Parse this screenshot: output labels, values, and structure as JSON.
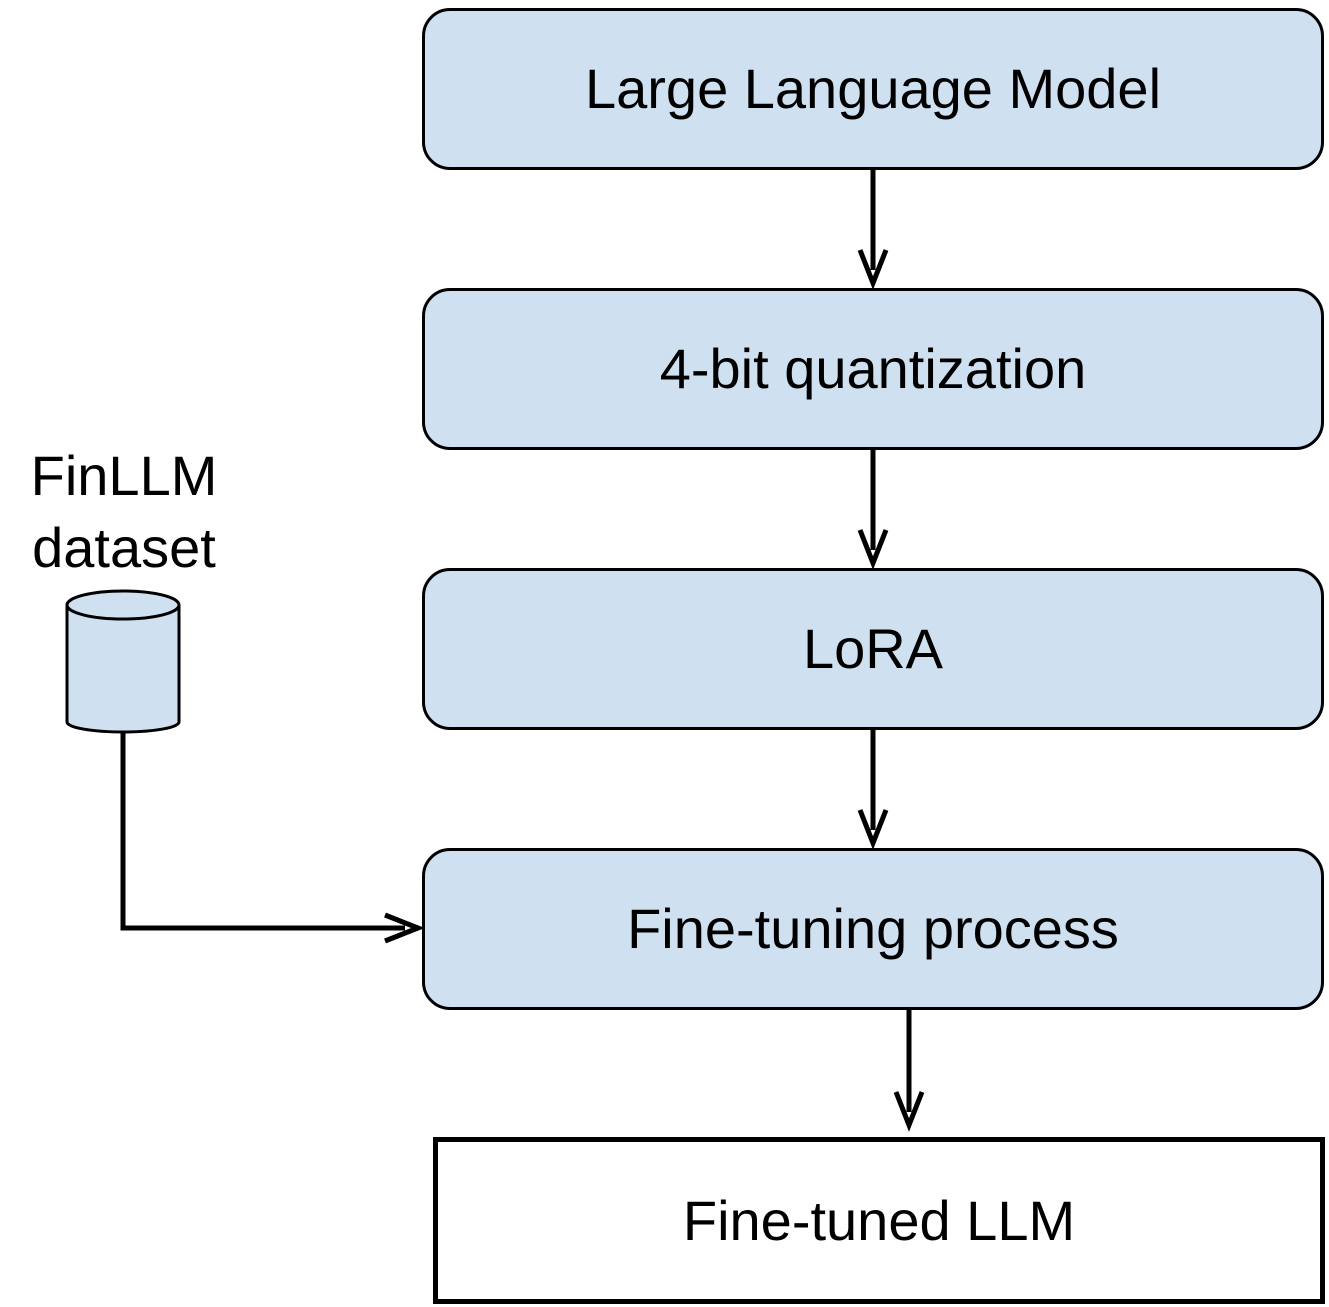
{
  "pipeline": {
    "steps": [
      {
        "label": "Large Language Model"
      },
      {
        "label": "4-bit quantization"
      },
      {
        "label": "LoRA"
      },
      {
        "label": "Fine-tuning process"
      }
    ],
    "output": {
      "label": "Fine-tuned LLM"
    }
  },
  "dataset": {
    "line1": "FinLLM",
    "line2": "dataset",
    "icon": "database-cylinder-icon"
  },
  "colors": {
    "box_fill": "#cfe0f1",
    "stroke": "#000000",
    "output_fill": "#ffffff"
  }
}
